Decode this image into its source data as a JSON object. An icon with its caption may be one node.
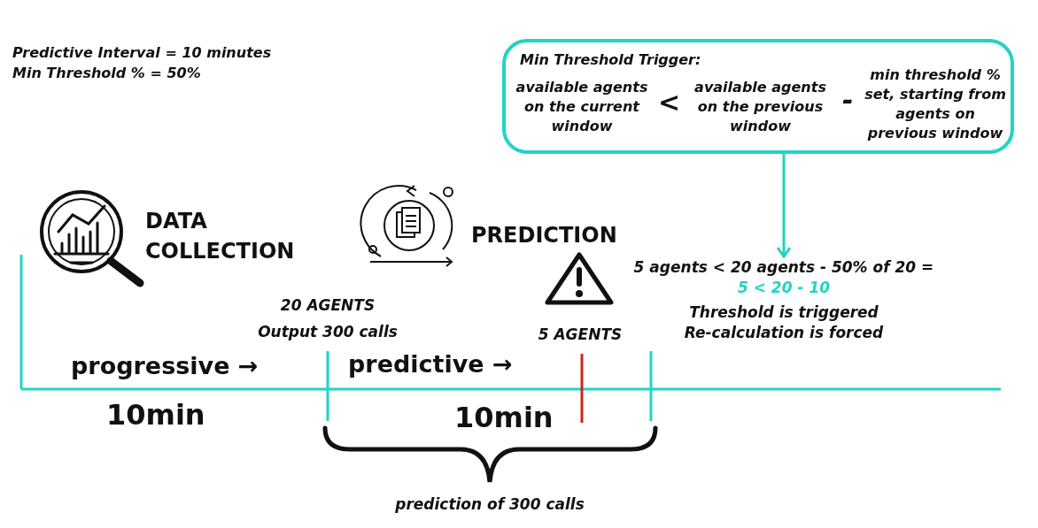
{
  "diagram": {
    "nodes": [
      {
        "text": [
          "Min Threshold Trigger:",
          "available agents on the current window",
          "<",
          "available agents on the previous window",
          "-",
          "min threshold % set, starting from agents on previous window"
        ]
      },
      {
        "text": [
          "5 agents < 20 agents - 50% of 20 =",
          "5 < 20 - 10",
          "Threshold is triggered",
          "Re-calculation is forced"
        ]
      }
    ],
    "edges": [
      {
        "from": 0,
        "to": 1,
        "arrow": "to"
      }
    ],
    "labels": [
      "Predictive Interval = 10 minutes",
      "Min Threshold % = 50%",
      "DATA COLLECTION",
      "PREDICTION",
      "20 AGENTS",
      "Output 300 calls",
      "5 AGENTS",
      "progressive →",
      "predictive →",
      "10min",
      "10min",
      "prediction of 300 calls"
    ]
  }
}
